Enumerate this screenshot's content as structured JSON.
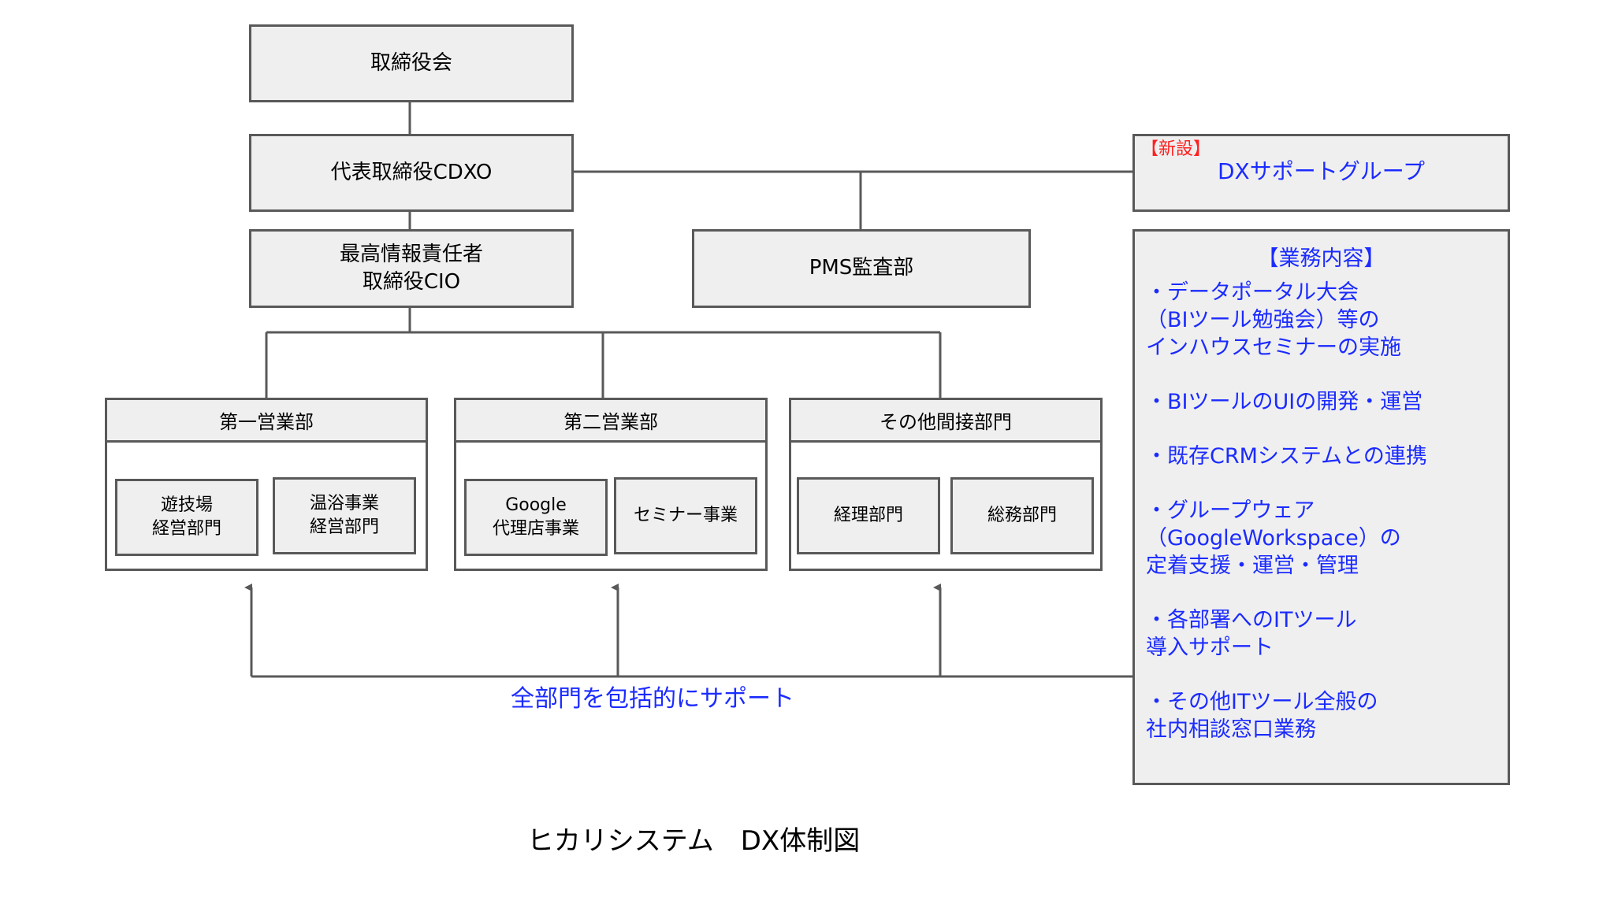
{
  "board": "取締役会",
  "ceo": "代表取締役CDXO",
  "cio": "最高情報責任者\n取締役CIO",
  "pms_audit": "PMS監査部",
  "dx_group": {
    "tag": "【新設】",
    "name": "DXサポートグループ"
  },
  "divisions": [
    {
      "name": "第一営業部",
      "units": [
        "遊技場\n経営部門",
        "温浴事業\n経営部門"
      ]
    },
    {
      "name": "第二営業部",
      "units": [
        "Google\n代理店事業",
        "セミナー事業"
      ]
    },
    {
      "name": "その他間接部門",
      "units": [
        "経理部門",
        "総務部門"
      ]
    }
  ],
  "duties": {
    "title": "【業務内容】",
    "items": [
      "・データポータル大会\n（BIツール勉強会）等の\nインハウスセミナーの実施",
      "・BIツールのUIの開発・運営",
      "・既存CRMシステムとの連携",
      "・グループウェア\n（GoogleWorkspace）の\n定着支援・運営・管理",
      "・各部署へのITツール\n導入サポート",
      "・その他ITツール全般の\n社内相談窓口業務"
    ]
  },
  "support_caption": "全部門を包括的にサポート",
  "figure_caption": "ヒカリシステム　DX体制図",
  "colors": {
    "box_fill": "#efefef",
    "border": "#595959",
    "accent_blue": "#1b2bff",
    "accent_red": "#ff2020"
  }
}
